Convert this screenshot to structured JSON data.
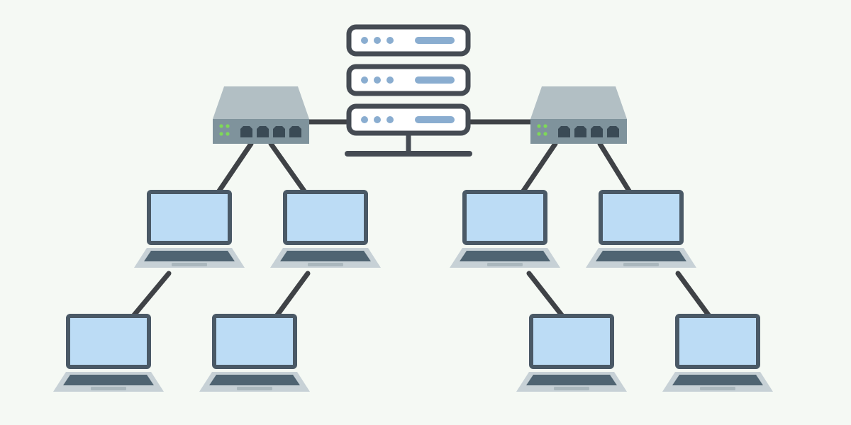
{
  "diagram": {
    "type": "network-topology",
    "palette": {
      "background": "#f5f9f4",
      "outline": "#454b53",
      "cable": "#3f4246",
      "screen": "#bcdcf5",
      "bezel": "#4a5966",
      "base": "#c7d1d6",
      "keyboard": "#4f6472",
      "switch_top": "#b2bfc4",
      "switch_front": "#7f939c",
      "switch_port": "#3a4a55",
      "switch_led": "#7ed957",
      "server_light": "#8aadd0",
      "server_face": "#ffffff"
    },
    "nodes": [
      {
        "id": "server",
        "kind": "server",
        "icon": "server-rack-icon",
        "units": 3
      },
      {
        "id": "switch-left",
        "kind": "switch",
        "icon": "network-switch-icon",
        "ports": 4,
        "leds": 4
      },
      {
        "id": "switch-right",
        "kind": "switch",
        "icon": "network-switch-icon",
        "ports": 4,
        "leds": 4
      },
      {
        "id": "laptop-1",
        "kind": "laptop",
        "icon": "laptop-icon"
      },
      {
        "id": "laptop-2",
        "kind": "laptop",
        "icon": "laptop-icon"
      },
      {
        "id": "laptop-3",
        "kind": "laptop",
        "icon": "laptop-icon"
      },
      {
        "id": "laptop-4",
        "kind": "laptop",
        "icon": "laptop-icon"
      },
      {
        "id": "laptop-5",
        "kind": "laptop",
        "icon": "laptop-icon"
      },
      {
        "id": "laptop-6",
        "kind": "laptop",
        "icon": "laptop-icon"
      },
      {
        "id": "laptop-7",
        "kind": "laptop",
        "icon": "laptop-icon"
      },
      {
        "id": "laptop-8",
        "kind": "laptop",
        "icon": "laptop-icon"
      }
    ],
    "edges": [
      {
        "from": "server",
        "to": "switch-left"
      },
      {
        "from": "server",
        "to": "switch-right"
      },
      {
        "from": "switch-left",
        "to": "laptop-1"
      },
      {
        "from": "switch-left",
        "to": "laptop-2"
      },
      {
        "from": "switch-right",
        "to": "laptop-3"
      },
      {
        "from": "switch-right",
        "to": "laptop-4"
      },
      {
        "from": "laptop-1",
        "to": "laptop-5"
      },
      {
        "from": "laptop-2",
        "to": "laptop-6"
      },
      {
        "from": "laptop-3",
        "to": "laptop-7"
      },
      {
        "from": "laptop-4",
        "to": "laptop-8"
      }
    ]
  }
}
